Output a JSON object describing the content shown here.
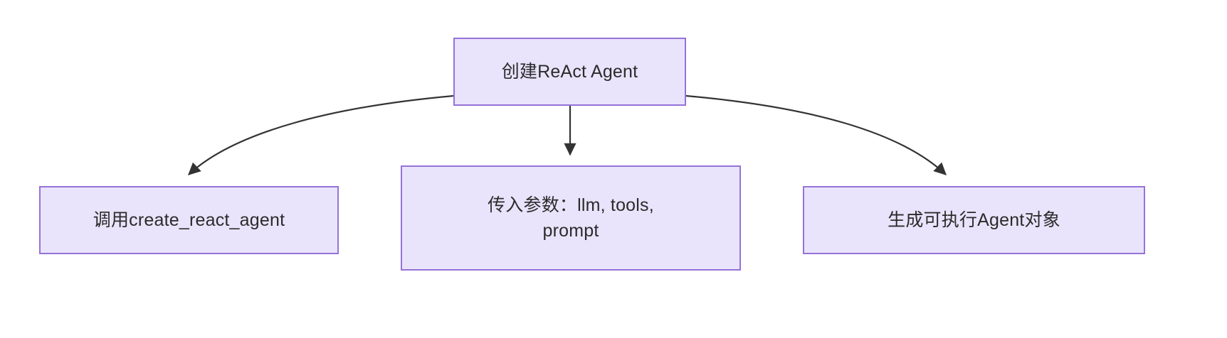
{
  "diagram": {
    "type": "flowchart",
    "direction": "top-down",
    "background_color": "#ffffff",
    "node_fill_color": "#e9e4fb",
    "node_border_color": "#9672d8",
    "node_text_color": "#2b2b2b",
    "edge_color": "#333333",
    "nodes": [
      {
        "id": "root",
        "label": "创建ReAct Agent",
        "role": "root"
      },
      {
        "id": "call",
        "label": "调用create_react_agent",
        "role": "child"
      },
      {
        "id": "params",
        "label": "传入参数：llm, tools,\nprompt",
        "role": "child"
      },
      {
        "id": "result",
        "label": "生成可执行Agent对象",
        "role": "child"
      }
    ],
    "edges": [
      {
        "from": "root",
        "to": "call",
        "label": "",
        "arrow": "triangle"
      },
      {
        "from": "root",
        "to": "params",
        "label": "",
        "arrow": "triangle"
      },
      {
        "from": "root",
        "to": "result",
        "label": "",
        "arrow": "triangle"
      }
    ]
  }
}
